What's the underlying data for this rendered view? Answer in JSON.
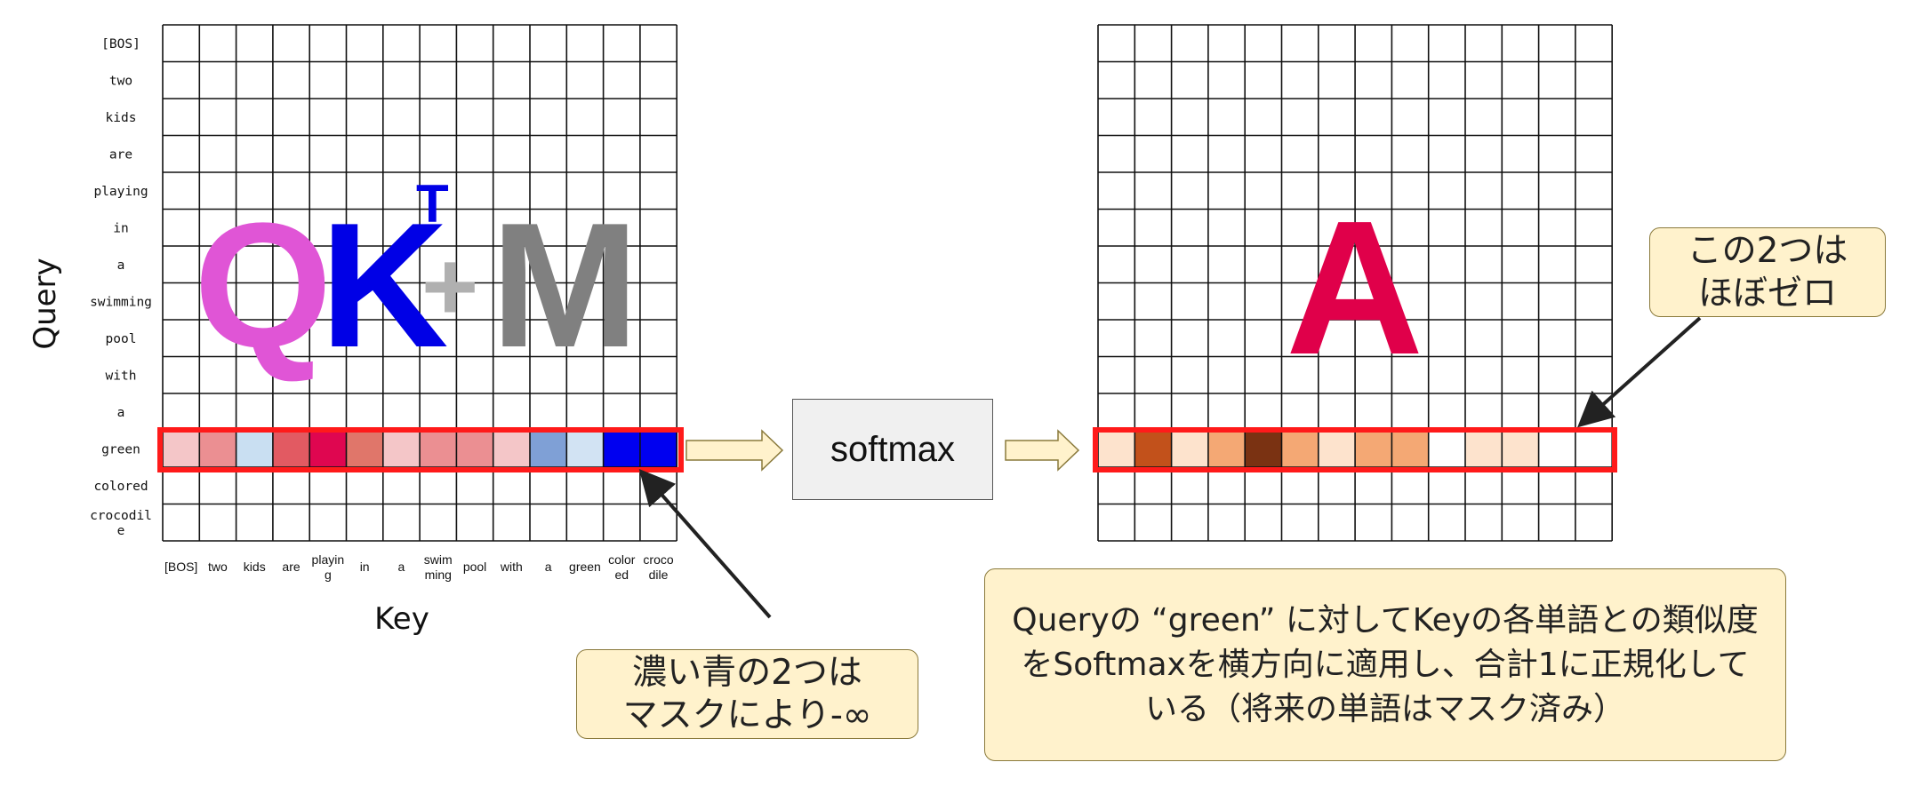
{
  "axes": {
    "query_label": "Query",
    "key_label": "Key"
  },
  "query_tokens": [
    "[BOS]",
    "two",
    "kids",
    "are",
    "playing",
    "in",
    "a",
    "swimming",
    "pool",
    "with",
    "a",
    "green",
    "colored",
    "crocodile"
  ],
  "query_tokens_display": [
    "[BOS]",
    "two",
    "kids",
    "are",
    "playing",
    "in",
    "a",
    "swimming",
    "pool",
    "with",
    "a",
    "green",
    "colored",
    "crocodil\ne"
  ],
  "key_tokens_display": [
    "[BOS]",
    "two",
    "kids",
    "are",
    "playin\ng",
    "in",
    "a",
    "swim\nming",
    "pool",
    "with",
    "a",
    "green",
    "color\ned",
    "croco\ndile"
  ],
  "formula": {
    "q": "Q",
    "k": "K",
    "t": "T",
    "plus": "+",
    "m": "M",
    "q_color": "#e055d6",
    "k_color": "#0000e6",
    "plus_color": "#b0b0b0",
    "m_color": "#808080"
  },
  "result_label": {
    "text": "A",
    "color": "#e0004a"
  },
  "softmax_label": "softmax",
  "highlight_row": "green",
  "highlight_color": "#ff1a1a",
  "qk_row_colors": [
    "#f4c6c8",
    "#eb8f92",
    "#c9dff2",
    "#e25a62",
    "#df0650",
    "#e0766a",
    "#f4c6c8",
    "#eb8f92",
    "#eb8f92",
    "#f4c6c8",
    "#7fa0d6",
    "#d2e3f3",
    "#0000f0",
    "#0000f0"
  ],
  "a_row_colors": [
    "#fde3cd",
    "#c2511b",
    "#fde3cd",
    "#f4a874",
    "#7a3212",
    "#f4a874",
    "#fde3cd",
    "#f4a874",
    "#f4a874",
    "#ffffff",
    "#fde3cd",
    "#fde3cd",
    "#ffffff",
    "#ffffff"
  ],
  "notes": {
    "mask": "濃い青の2つは\nマスクにより-∞",
    "zero": "この2つは\nほぼゼロ",
    "explain": "Queryの “green” に対してKeyの各単語との類似度をSoftmaxを横方向に適用し、合計1に正規化している（将来の単語はマスク済み）"
  }
}
